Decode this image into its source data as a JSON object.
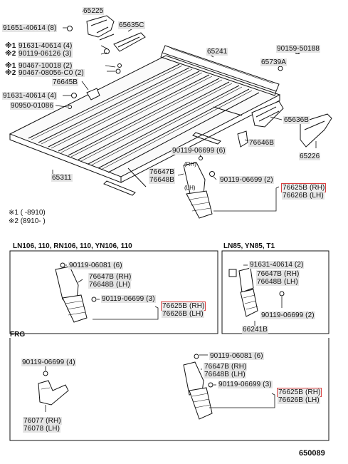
{
  "top": {
    "labels": {
      "p65225": "65225",
      "p91651": "91651-40614 (8)",
      "p65635c": "65635C",
      "p91631a": "91631-40614 (4)",
      "p90119a": "90119-06126 (3)",
      "p65241": "65241",
      "p90159": "90159-50188",
      "p90467a": "90467-10018 (2)",
      "p90467b": "90467-08056-C0 (2)",
      "p65739a": "65739A",
      "p76645b": "76645B",
      "p91631b": "91631-40614 (4)",
      "p90950": "90950-01086",
      "p65636b": "65636B",
      "p76646b": "76646B",
      "p65226": "65226",
      "p65311": "65311",
      "p90119b": "90119-06699 (6)",
      "p76647b": "76647B",
      "p76648b": "76648B",
      "rh": "(RH)",
      "lh": "(LH)",
      "p90119c": "90119-06699 (2)",
      "p76625b": "76625B (RH)",
      "p76626b": "76626B (LH)"
    },
    "markers": {
      "m1": "※1",
      "m2": "※2"
    },
    "legend": {
      "l1": "※1 (        -8910)",
      "l2": "※2 (8910-        )"
    }
  },
  "sectionA": {
    "title": "LN106, 110, RN106, 110, YN106, 110",
    "labels": {
      "p90119a": "90119-06081 (6)",
      "p76647b": "76647B (RH)",
      "p76648b": "76648B (LH)",
      "p90119b": "90119-06699 (3)",
      "p76625b": "76625B (RH)",
      "p76626b": "76626B (LH)"
    }
  },
  "sectionB": {
    "title": "LN85, YN85, T1",
    "labels": {
      "p91631": "91631-40614 (2)",
      "p76647b": "76647B (RH)",
      "p76648b": "76648B (LH)",
      "p90119": "90119-06699 (2)",
      "p66241b": "66241B"
    }
  },
  "sectionC": {
    "title": "FRG",
    "labels": {
      "p90119a": "90119-06699 (4)",
      "p76077": "76077 (RH)",
      "p76078": "76078 (LH)",
      "p90119b": "90119-06081 (6)",
      "p76647b": "76647B (RH)",
      "p76648b": "76648B (LH)",
      "p90119c": "90119-06699 (3)",
      "p76625b": "76625B (RH)",
      "p76626b": "76626B (LH)"
    }
  },
  "figure_code": "650089"
}
